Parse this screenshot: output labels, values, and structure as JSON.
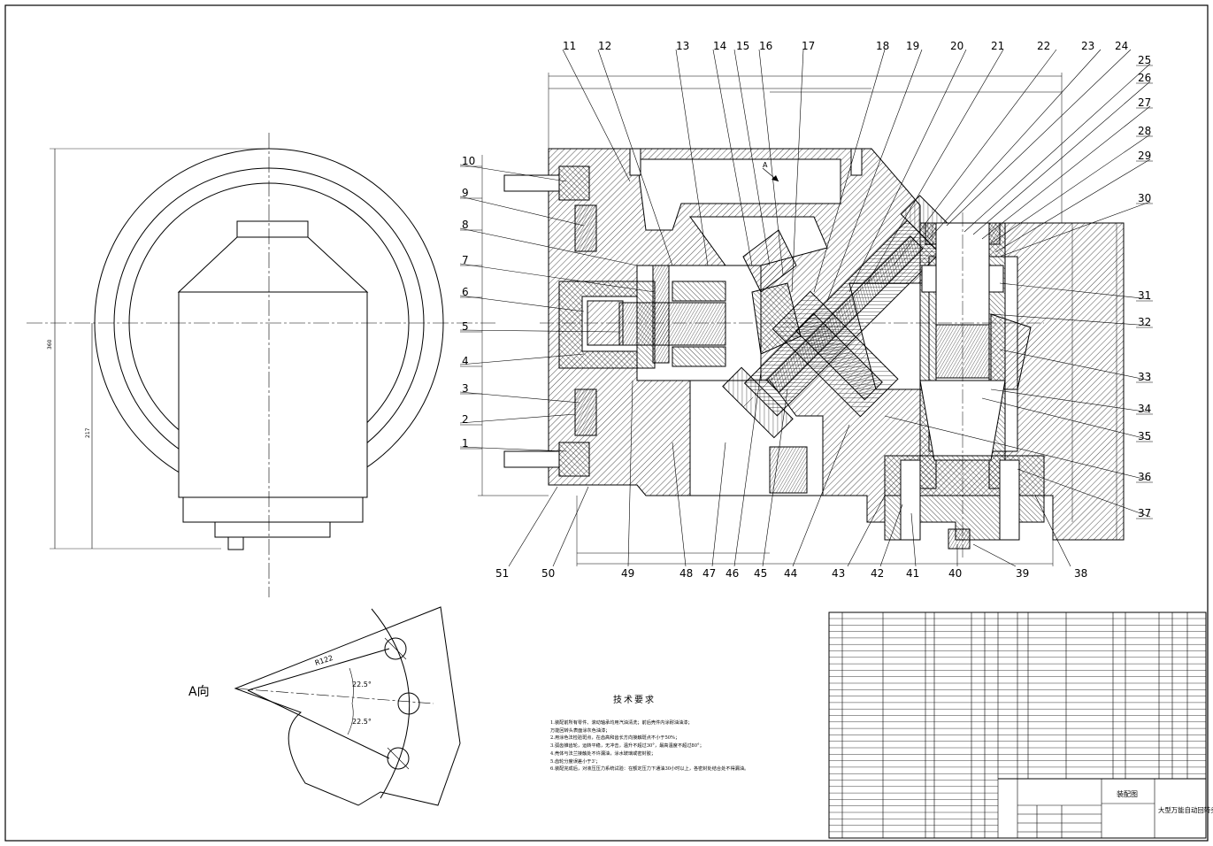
{
  "view_label": "A向",
  "section_arrow_label": "A",
  "part_callouts": {
    "top": [
      "11",
      "12",
      "13",
      "14",
      "15",
      "16",
      "17",
      "18",
      "19",
      "20",
      "21",
      "22",
      "23",
      "24"
    ],
    "right": [
      "25",
      "26",
      "27",
      "28",
      "29",
      "30",
      "31",
      "32",
      "33",
      "34",
      "35",
      "36",
      "37"
    ],
    "left": [
      "10",
      "9",
      "8",
      "7",
      "6",
      "5",
      "4",
      "3",
      "2",
      "1"
    ],
    "bottom": [
      "51",
      "50",
      "49",
      "48",
      "47",
      "46",
      "45",
      "44",
      "43",
      "42",
      "41",
      "40",
      "39",
      "38"
    ]
  },
  "detail_labels": {
    "radius": "R122",
    "angle_1": "22.5°",
    "angle_2": "22.5°"
  },
  "tech_requirements": {
    "title": "技术要求",
    "lines": [
      "1.装配前所有零件、滚动轴承均用汽油清洗；前后壳件内涂耐油油漆；",
      "  万能回转头表面涂灰色油漆；",
      "2.用涂色法检验斑点，在齿高和齿长方向接触斑点不小于50%；",
      "3.弧齿锥齿轮，运转平稳，无冲击，温升不超过30°，最高温度不超过80°；",
      "4.壳体与法兰接触处不许漏油，涂水玻璃或密封胶；",
      "5.齿轮分度误差小于3'；",
      "6.装配完成后，对液压压力系统试验：在额定压力下通油30小时以上，各密封处结合处不得漏油。"
    ]
  },
  "title_block": {
    "drawing_name": "装配图",
    "product_name": "大型万能自动回转头"
  }
}
